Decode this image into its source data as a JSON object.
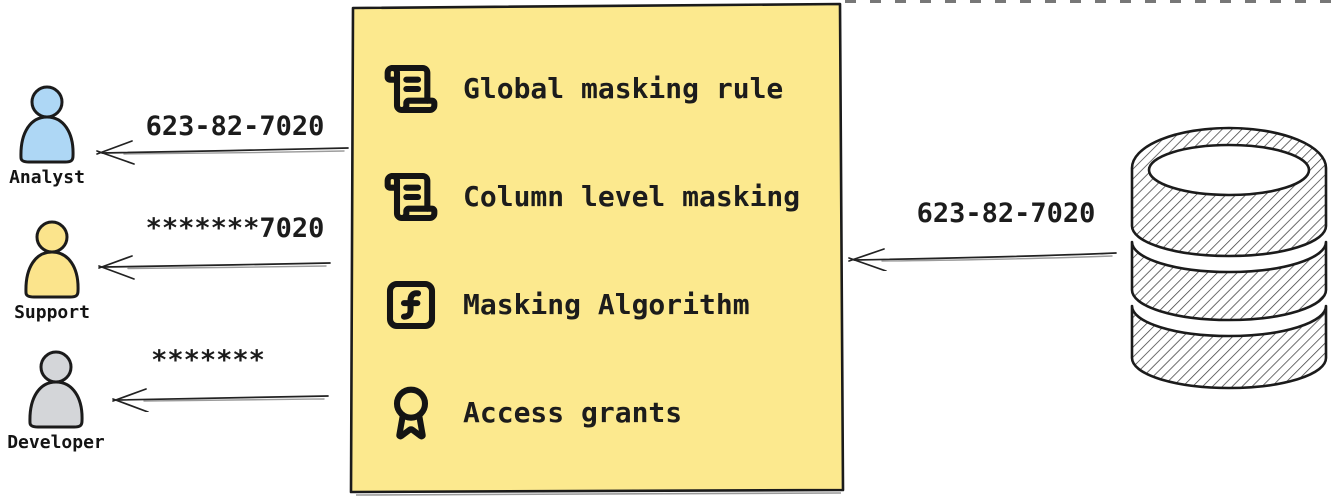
{
  "masking_box": {
    "items": [
      {
        "icon": "scroll-text-icon",
        "label": "Global masking rule"
      },
      {
        "icon": "scroll-text-icon",
        "label": "Column level masking"
      },
      {
        "icon": "function-square-icon",
        "label": "Masking Algorithm"
      },
      {
        "icon": "award-icon",
        "label": "Access grants"
      }
    ],
    "fill_color": "#FCE98E",
    "stroke_color": "#1b1b1b"
  },
  "source": {
    "icon": "database-icon",
    "value": "623-82-7020"
  },
  "consumers": [
    {
      "role": "Analyst",
      "masked_value": "623-82-7020",
      "color": "#AED7F5"
    },
    {
      "role": "Support",
      "masked_value": "*******7020",
      "color": "#FBE48C"
    },
    {
      "role": "Developer",
      "masked_value": "*******",
      "color": "#D4D6D9"
    }
  ]
}
